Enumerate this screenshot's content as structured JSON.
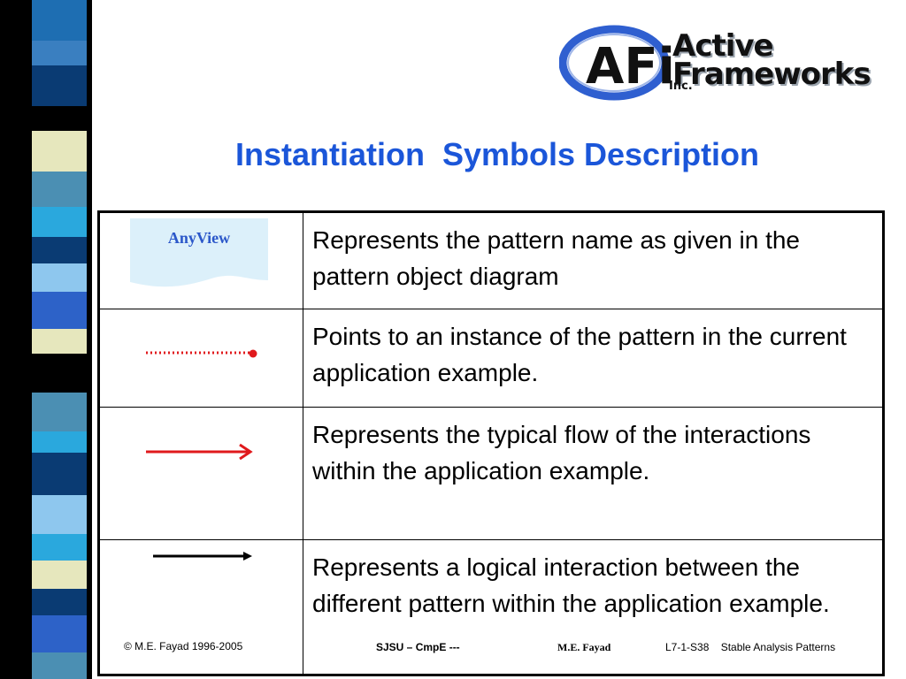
{
  "logo": {
    "mark_text": "AFi",
    "line1": "Active",
    "line2": "Frameworks",
    "line3": "Inc.",
    "ring_color": "#2f5fd0"
  },
  "title": "Instantiation  Symbols Description",
  "rows": [
    {
      "symbol": "pattern-name-box",
      "symbol_label": "AnyView",
      "description": "Represents the pattern name as given in the pattern object diagram"
    },
    {
      "symbol": "red-dotted-pointer",
      "description": "Points to an instance of the pattern in the current application example."
    },
    {
      "symbol": "red-arrow",
      "description": "Represents the typical flow of the interactions within the application example."
    },
    {
      "symbol": "black-arrow",
      "description": "Represents a logical interaction between the different pattern within the application example."
    }
  ],
  "footer": {
    "copyright": "© M.E. Fayad 1996-2005",
    "org": "SJSU – CmpE ---",
    "author": "M.E. Fayad",
    "slide": "L7-1-S38    Stable Analysis Patterns"
  },
  "colors": {
    "title": "#1b56d9",
    "pointer_red": "#e0191c",
    "box_fill": "#dcf0fa",
    "box_text": "#2b57c9"
  }
}
